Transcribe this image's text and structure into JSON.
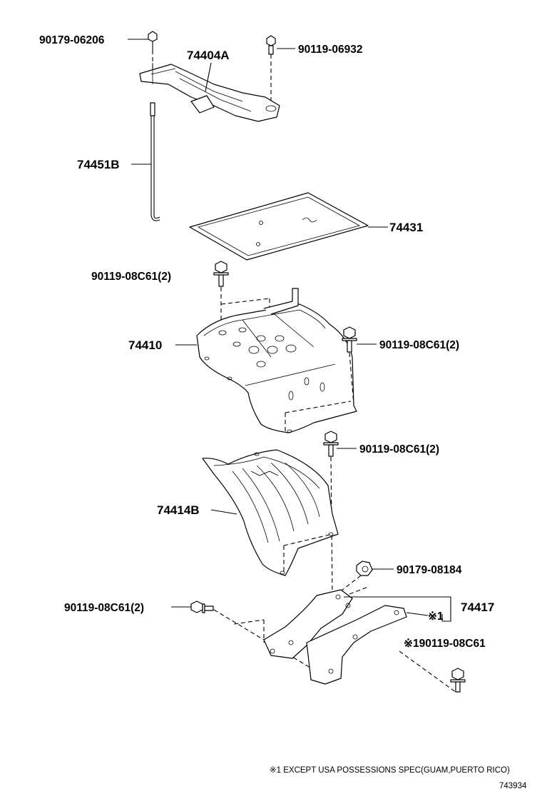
{
  "labels": {
    "bolt_top_left": "90179-06206",
    "bracket_top": "74404A",
    "bolt_top_right": "90119-06932",
    "rod": "74451B",
    "tray_pad": "74431",
    "bolt_tray_left": "90119-08C61(2)",
    "tray": "74410",
    "bolt_tray_right": "90119-08C61(2)",
    "bolt_mid": "90119-08C61(2)",
    "insulator": "74414B",
    "nut": "90179-08184",
    "bolt_lower_left": "90119-08C61(2)",
    "lower_bracket": "74417",
    "bolt_lower_right": "※190119-08C61",
    "callout_mark": "※1"
  },
  "footnote": "※1 EXCEPT USA POSSESSIONS SPEC(GUAM,PUERTO RICO)",
  "diagram_id": "743934"
}
